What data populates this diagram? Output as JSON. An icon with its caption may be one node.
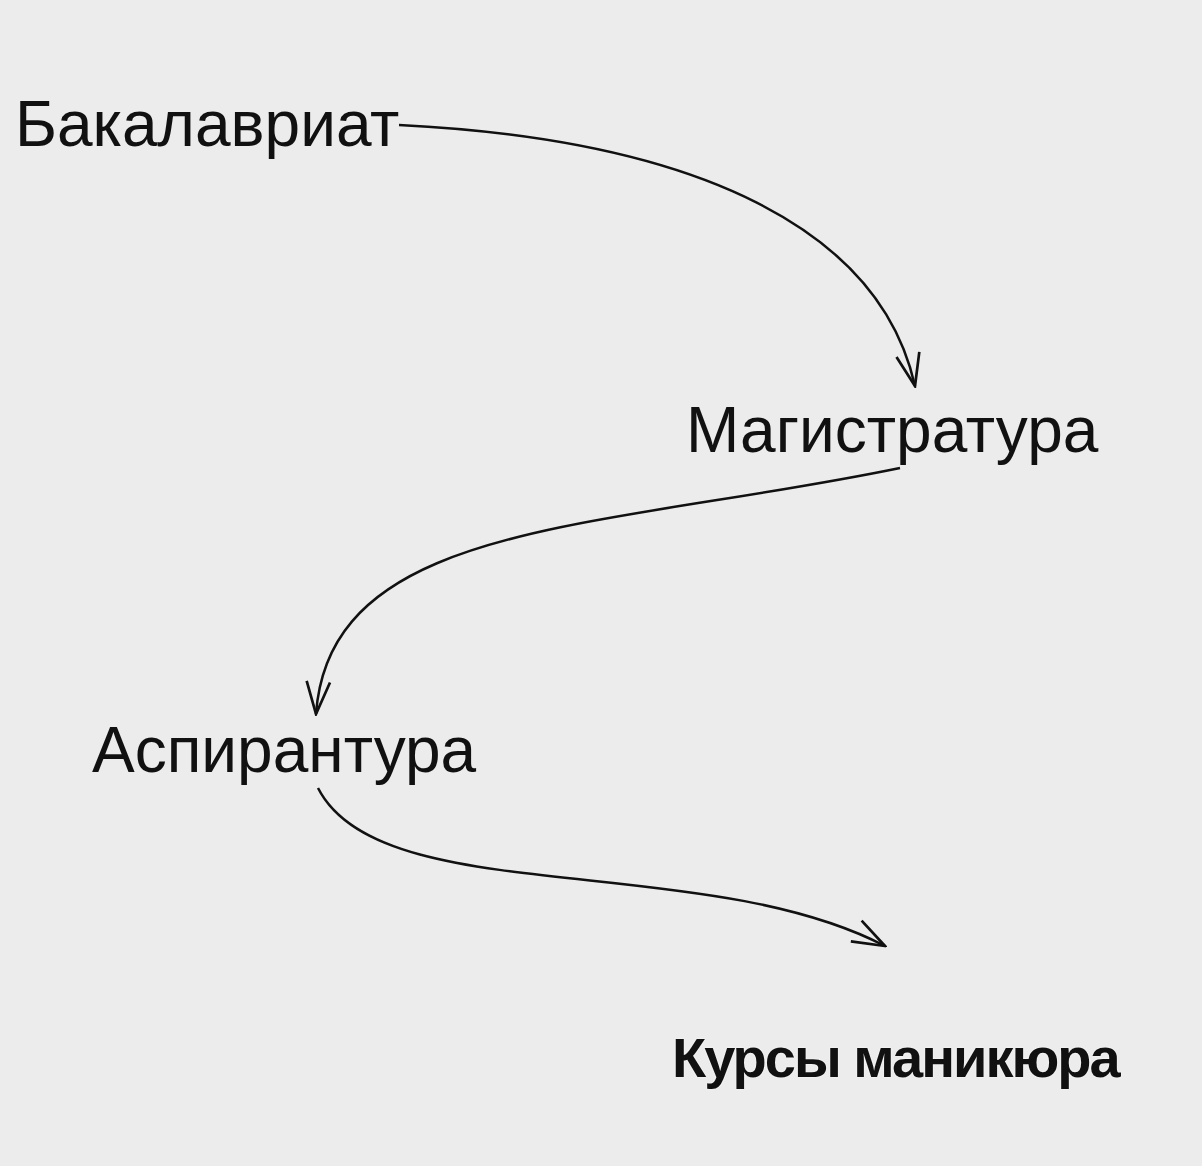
{
  "diagram": {
    "nodes": [
      {
        "text": [
          "Бакалавриат"
        ]
      },
      {
        "text": [
          "Магистратура"
        ]
      },
      {
        "text": [
          "Аспирантура"
        ]
      },
      {
        "text": [
          "Курсы маникюра"
        ]
      }
    ],
    "edges": [
      {
        "from": 0,
        "to": 1,
        "arrow": "to"
      },
      {
        "from": 1,
        "to": 2,
        "arrow": "to"
      },
      {
        "from": 2,
        "to": 3,
        "arrow": "to"
      }
    ]
  }
}
